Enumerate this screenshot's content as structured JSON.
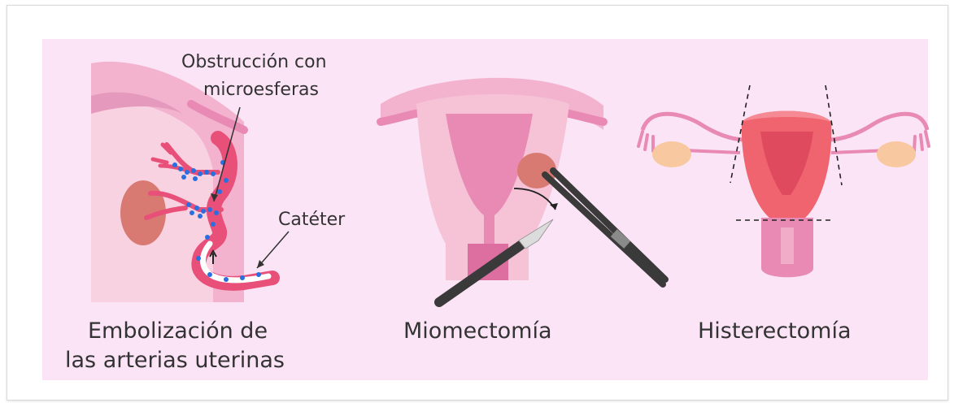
{
  "panels": {
    "embolization": {
      "caption_line1": "Embolización de",
      "caption_line2": "las arterias uterinas",
      "callout_microspheres_line1": "Obstrucción con",
      "callout_microspheres_line2": "microesferas",
      "callout_catheter": "Catéter"
    },
    "myomectomy": {
      "caption": "Miomectomía"
    },
    "hysterectomy": {
      "caption": "Histerectomía"
    }
  },
  "colors": {
    "background": "#fce4f7",
    "tissue_light": "#f6c3d6",
    "tissue_mid": "#e88ab4",
    "tissue_dark": "#dc6fa0",
    "fibroid": "#d87a72",
    "artery": "#e8507a",
    "microsphere": "#2a6fe0",
    "uterus_red": "#f06470",
    "ovary": "#f8c9a0",
    "instrument": "#3a3a3a"
  }
}
